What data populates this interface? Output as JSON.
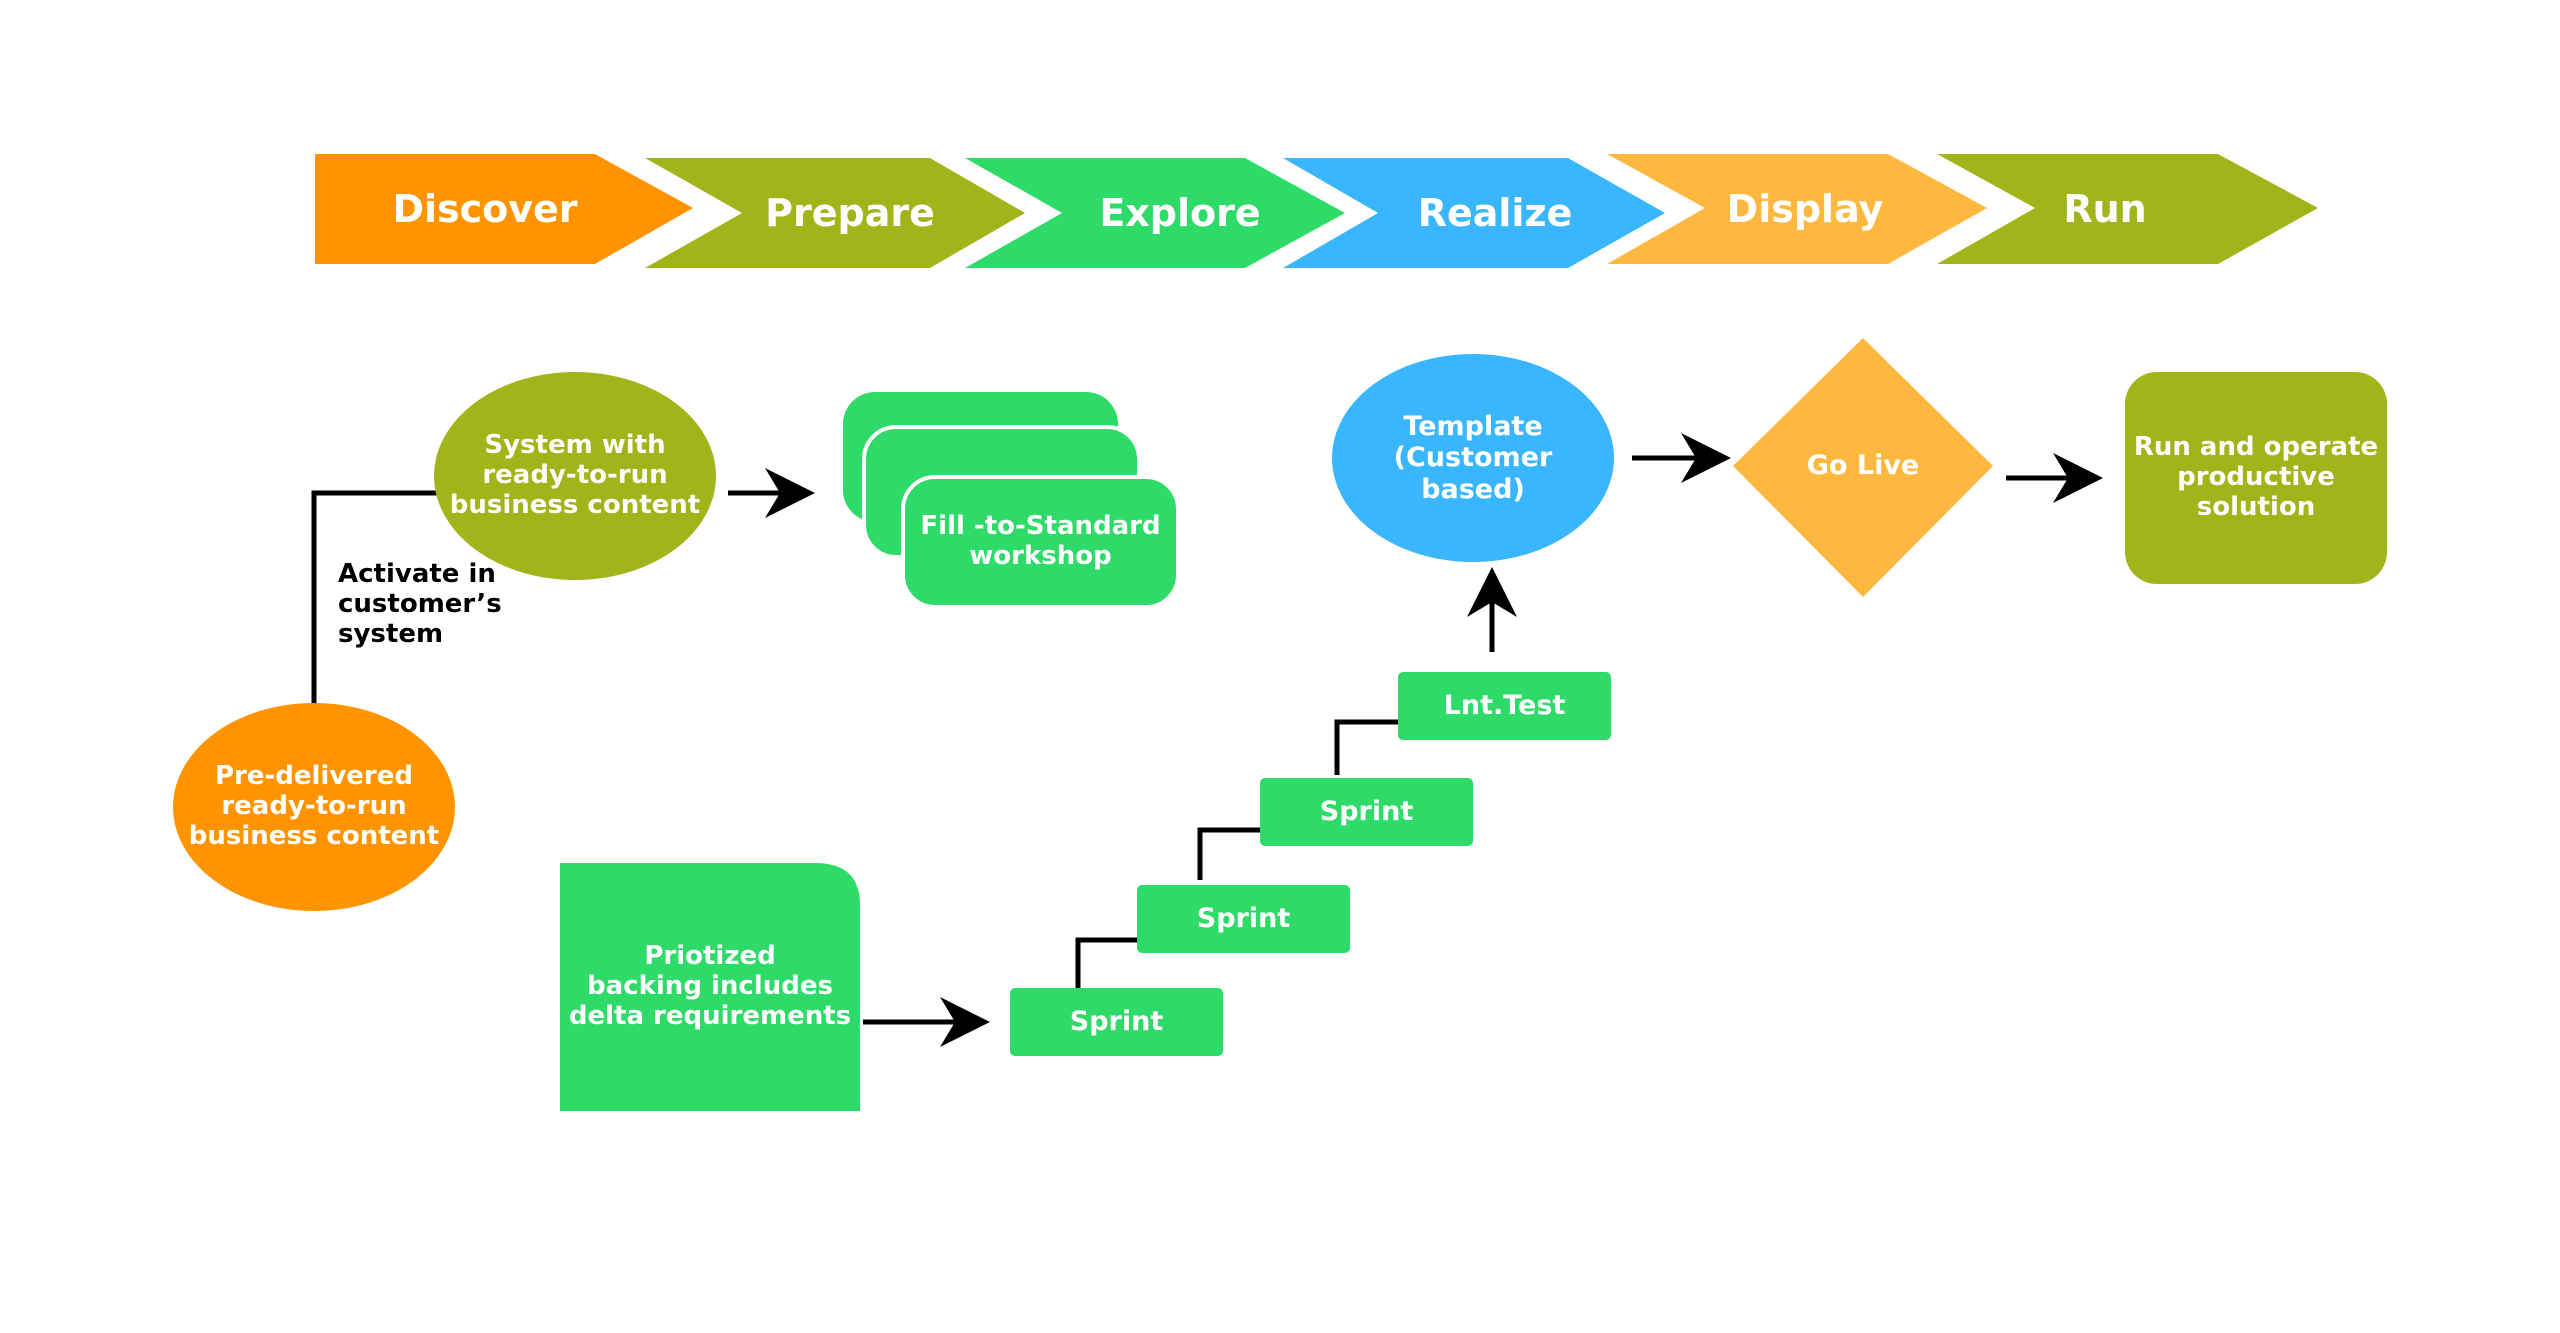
{
  "phases": [
    {
      "label": "Discover",
      "color": "#FF9400"
    },
    {
      "label": "Prepare",
      "color": "#A1B51A"
    },
    {
      "label": "Explore",
      "color": "#2FDB68"
    },
    {
      "label": "Realize",
      "color": "#39B6FD"
    },
    {
      "label": "Display",
      "color": "#FFB83F"
    },
    {
      "label": "Run",
      "color": "#A1B51A"
    }
  ],
  "nodes": {
    "predelivered": {
      "label": "Pre-delivered\nready-to-run\nbusiness content",
      "color": "#FF9400"
    },
    "system": {
      "label": "System with\nready-to-run\nbusiness content",
      "color": "#A1B51A"
    },
    "activate_label": "Activate in\ncustomer’s\nsystem",
    "workshop": {
      "label": "Fill -to-Standard\nworkshop",
      "color": "#2FDB68"
    },
    "backlog": {
      "label": "Priotized\nbacking includes\ndelta  requirements",
      "color": "#2FDB68"
    },
    "sprint1": {
      "label": "Sprint",
      "color": "#2FDB68"
    },
    "sprint2": {
      "label": "Sprint",
      "color": "#2FDB68"
    },
    "sprint3": {
      "label": "Sprint",
      "color": "#2FDB68"
    },
    "inttest": {
      "label": "Lnt.Test",
      "color": "#2FDB68"
    },
    "template": {
      "label": "Template\n(Customer\nbased)",
      "color": "#39B6FD"
    },
    "golive": {
      "label": "Go Live",
      "color": "#FFB83F"
    },
    "run": {
      "label": "Run and operate\nproductive\nsolution",
      "color": "#A1B51A"
    }
  }
}
